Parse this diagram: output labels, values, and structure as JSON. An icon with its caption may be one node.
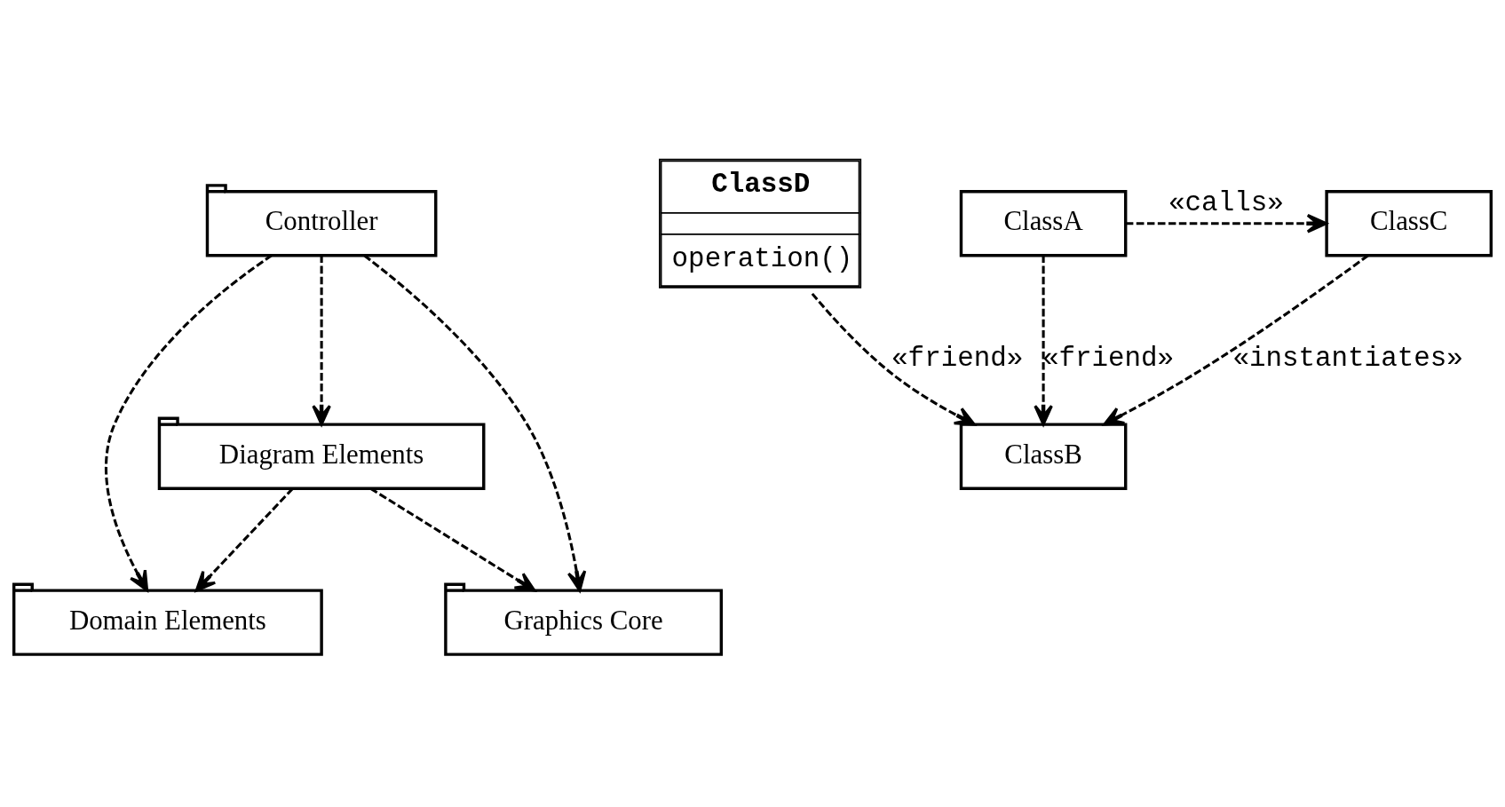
{
  "diagram": {
    "nodes": [
      {
        "text": [
          "Controller"
        ]
      },
      {
        "text": [
          "Diagram Elements"
        ]
      },
      {
        "text": [
          "Domain Elements"
        ]
      },
      {
        "text": [
          "Graphics Core"
        ]
      },
      {
        "text": [
          "ClassD",
          "operation()"
        ]
      },
      {
        "text": [
          "ClassB"
        ]
      },
      {
        "text": [
          "ClassA"
        ]
      },
      {
        "text": [
          "ClassC"
        ]
      }
    ],
    "edges": [
      {
        "from": 0,
        "to": 2,
        "arrow": "to",
        "style": "dashed"
      },
      {
        "from": 0,
        "to": 1,
        "arrow": "to",
        "style": "dashed"
      },
      {
        "from": 0,
        "to": 3,
        "arrow": "to",
        "style": "dashed"
      },
      {
        "from": 1,
        "to": 2,
        "arrow": "to",
        "style": "dashed"
      },
      {
        "from": 1,
        "to": 3,
        "arrow": "to",
        "style": "dashed"
      },
      {
        "from": 4,
        "to": 5,
        "arrow": "to",
        "style": "dashed",
        "label": "«friend»"
      },
      {
        "from": 6,
        "to": 5,
        "arrow": "to",
        "style": "dashed",
        "label": "«friend»"
      },
      {
        "from": 7,
        "to": 5,
        "arrow": "to",
        "style": "dashed",
        "label": "«instantiates»"
      },
      {
        "from": 6,
        "to": 7,
        "arrow": "to",
        "style": "dashed",
        "label": "«calls»"
      }
    ]
  }
}
